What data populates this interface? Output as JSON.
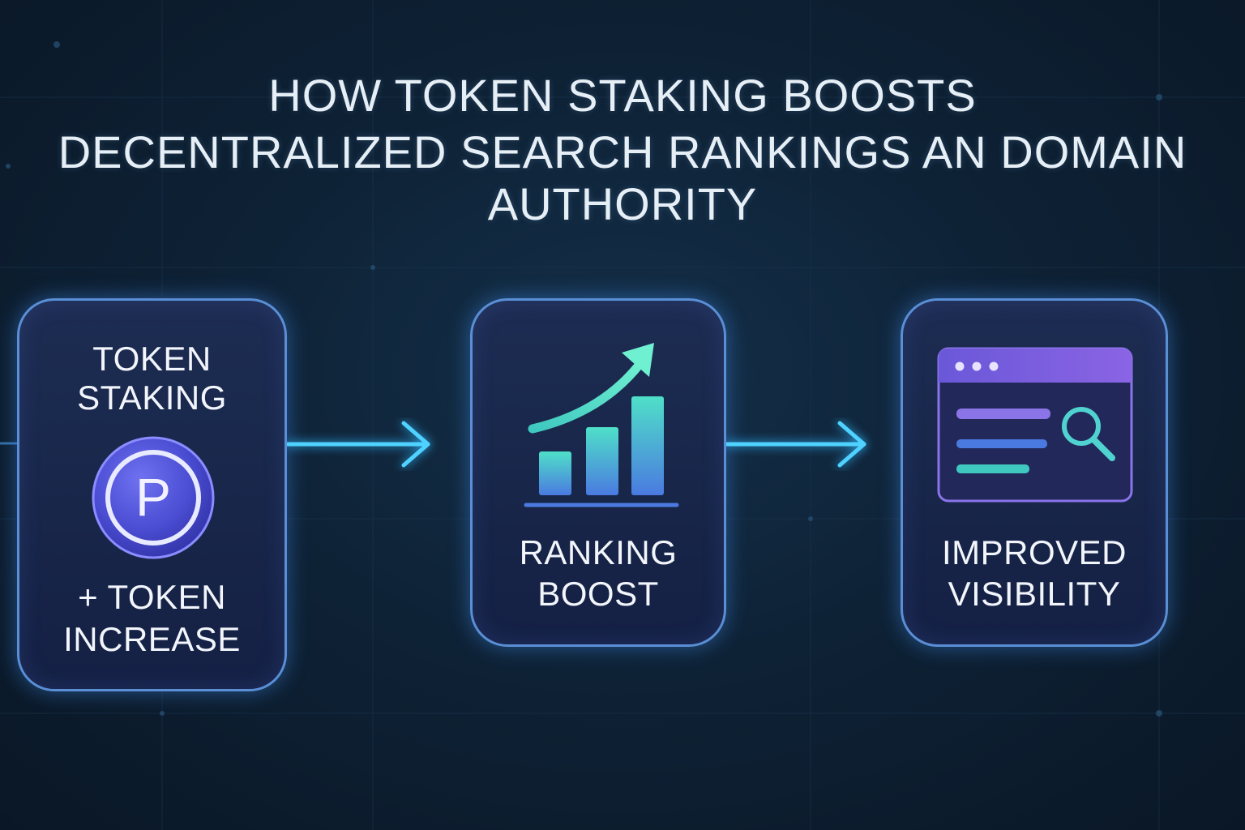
{
  "title": {
    "line1": "HOW TOKEN STAKING BOOSTS",
    "line2": "DECENTRALIZED SEARCH RANKINGS AN DOMAIN",
    "line3": "AUTHORITY"
  },
  "steps": [
    {
      "label_line1": "TOKEN",
      "label_line2": "STAKING",
      "icon": "token-coin-icon",
      "coin_letter": "P",
      "footer_line1": "+ TOKEN",
      "footer_line2": "INCREASE"
    },
    {
      "icon": "bar-chart-arrow-icon",
      "label_line1": "RANKING",
      "label_line2": "BOOST"
    },
    {
      "icon": "browser-search-icon",
      "label_line1": "IMPROVED",
      "label_line2": "VISIBILITY"
    }
  ],
  "colors": {
    "background": "#0b1a2b",
    "card_border": "#5a8fd6",
    "arrow": "#4fd2ff",
    "chart_gradient_top": "#4fe0c8",
    "chart_gradient_bottom": "#5566e0",
    "coin": "#4e4fd8",
    "browser_header": "#7a5cd8"
  }
}
